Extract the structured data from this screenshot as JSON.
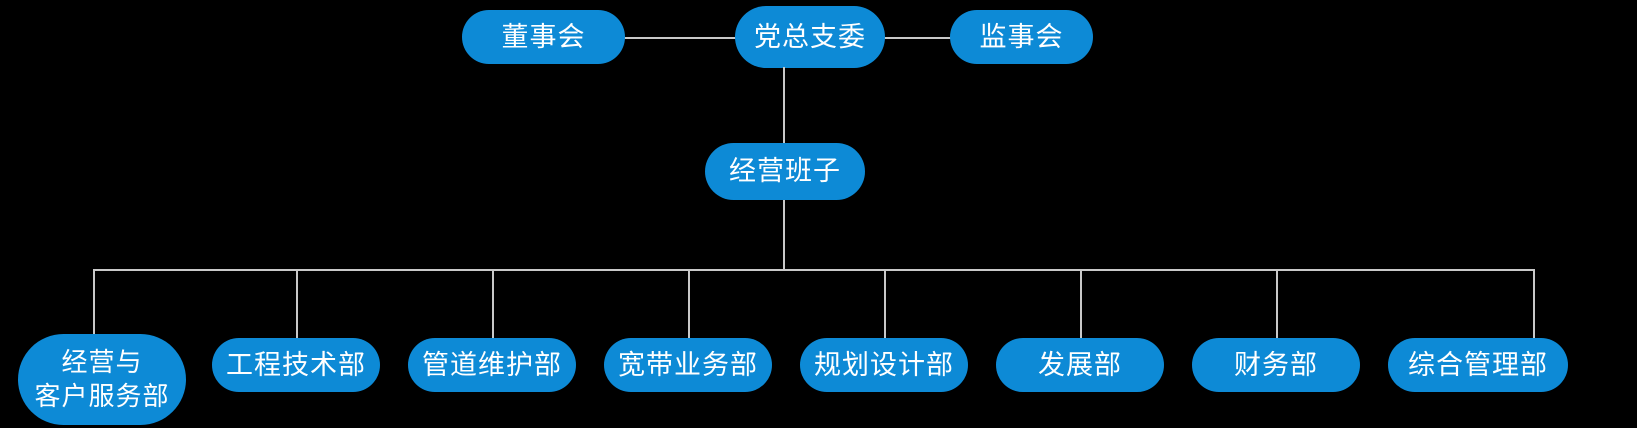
{
  "chart_data": {
    "type": "diagram",
    "diagram_type": "organization-chart",
    "title": "",
    "orientation": "top-down",
    "node_color": "#0d8ad6",
    "node_text_color": "#ffffff",
    "connector_color": "#c9c9c9",
    "background_color": "#000000",
    "levels": [
      {
        "level": 1,
        "nodes": [
          {
            "id": "board-of-directors",
            "label": "董事会"
          },
          {
            "id": "party-branch-committee",
            "label": "党总支委"
          },
          {
            "id": "board-of-supervisors",
            "label": "监事会"
          }
        ]
      },
      {
        "level": 2,
        "nodes": [
          {
            "id": "management-team",
            "label": "经营班子"
          }
        ]
      },
      {
        "level": 3,
        "nodes": [
          {
            "id": "operations-and-customer-service",
            "label": "经营与\n客户服务部"
          },
          {
            "id": "engineering-technology",
            "label": "工程技术部"
          },
          {
            "id": "pipeline-maintenance",
            "label": "管道维护部"
          },
          {
            "id": "broadband-business",
            "label": "宽带业务部"
          },
          {
            "id": "planning-and-design",
            "label": "规划设计部"
          },
          {
            "id": "development",
            "label": "发展部"
          },
          {
            "id": "finance",
            "label": "财务部"
          },
          {
            "id": "general-management",
            "label": "综合管理部"
          }
        ]
      }
    ],
    "edges": [
      {
        "from": "party-branch-committee",
        "to": "board-of-directors"
      },
      {
        "from": "party-branch-committee",
        "to": "board-of-supervisors"
      },
      {
        "from": "party-branch-committee",
        "to": "management-team"
      },
      {
        "from": "management-team",
        "to": "operations-and-customer-service"
      },
      {
        "from": "management-team",
        "to": "engineering-technology"
      },
      {
        "from": "management-team",
        "to": "pipeline-maintenance"
      },
      {
        "from": "management-team",
        "to": "broadband-business"
      },
      {
        "from": "management-team",
        "to": "planning-and-design"
      },
      {
        "from": "management-team",
        "to": "development"
      },
      {
        "from": "management-team",
        "to": "finance"
      },
      {
        "from": "management-team",
        "to": "general-management"
      }
    ]
  },
  "nodes": {
    "board_of_directors": "董事会",
    "party_branch_committee": "党总支委",
    "board_of_supervisors": "监事会",
    "management_team": "经营班子",
    "dept_1": "经营与\n客户服务部",
    "dept_2": "工程技术部",
    "dept_3": "管道维护部",
    "dept_4": "宽带业务部",
    "dept_5": "规划设计部",
    "dept_6": "发展部",
    "dept_7": "财务部",
    "dept_8": "综合管理部"
  }
}
